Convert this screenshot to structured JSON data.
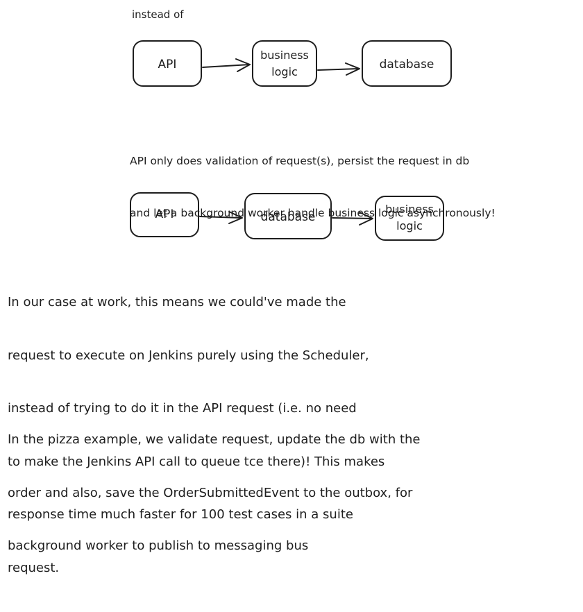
{
  "intro_label": "instead of",
  "diagram_top": {
    "nodes": [
      {
        "id": "api",
        "label": "API"
      },
      {
        "id": "business-logic",
        "label": "business\nlogic"
      },
      {
        "id": "database",
        "label": "database"
      }
    ],
    "edges": [
      {
        "from": "api",
        "to": "business-logic"
      },
      {
        "from": "business-logic",
        "to": "database"
      }
    ]
  },
  "note_lines": [
    "API only does validation of request(s), persist the request in db",
    "and let a background worker handle business logic asynchronously!"
  ],
  "diagram_bottom": {
    "nodes": [
      {
        "id": "api",
        "label": "API"
      },
      {
        "id": "database",
        "label": "database"
      },
      {
        "id": "business-logic",
        "label": "business\nlogic"
      }
    ],
    "edges": [
      {
        "from": "api",
        "to": "database"
      },
      {
        "from": "database",
        "to": "business-logic"
      }
    ]
  },
  "paragraph_work_lines": [
    "In our case at work, this means we could've made the",
    "request to execute on Jenkins purely using the Scheduler,",
    "instead of trying to do it in the API request (i.e. no need",
    "to make the Jenkins API call to queue tce there)! This makes",
    "response time much faster for 100 test cases in a suite",
    "request."
  ],
  "paragraph_pizza_lines": [
    "In the pizza example, we validate request, update the db with the",
    "order and also, save the OrderSubmittedEvent to the outbox, for",
    "background worker to publish to messaging bus"
  ]
}
